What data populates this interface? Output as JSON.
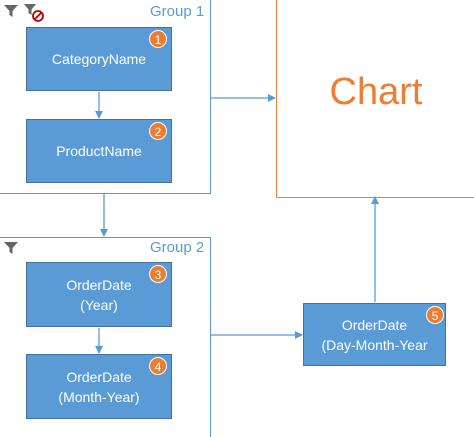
{
  "groups": [
    {
      "label": "Group 1"
    },
    {
      "label": "Group 2"
    }
  ],
  "chart": {
    "title": "Chart"
  },
  "nodes": [
    {
      "label": "CategoryName",
      "badge": "1"
    },
    {
      "label": "ProductName",
      "badge": "2"
    },
    {
      "label": "OrderDate\n(Year)",
      "badge": "3"
    },
    {
      "label": "OrderDate\n(Month-Year)",
      "badge": "4"
    },
    {
      "label": "OrderDate\n(Day-Month-Year",
      "badge": "5"
    }
  ],
  "icons": [
    "filter-icon",
    "filter-clear-icon"
  ],
  "colors": {
    "node_fill": "#5b9bd5",
    "node_border": "#41719c",
    "group_border": "#5b9bd5",
    "chart_accent": "#ed7d31",
    "badge_fill": "#ed7d31",
    "filter_icon": "#666666",
    "clear_mark": "#c00000"
  }
}
